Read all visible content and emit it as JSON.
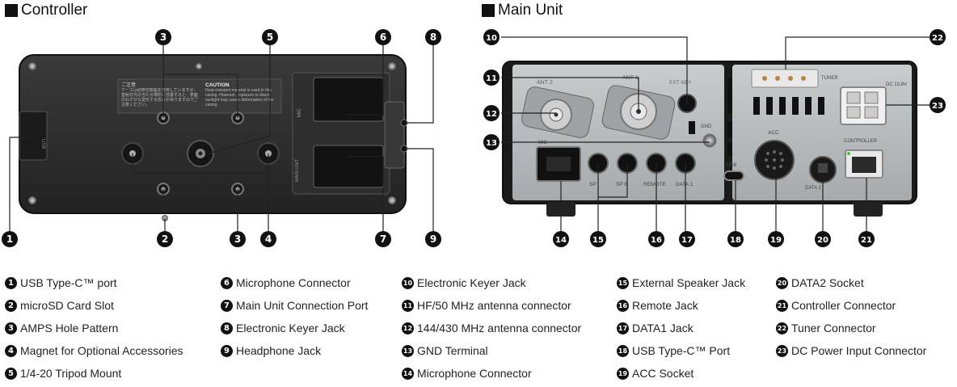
{
  "sections": {
    "controller": "Controller",
    "main_unit": "Main Unit"
  },
  "device_text": {
    "controller_warning_jp": "ご注意",
    "controller_warning_body_jp": "ケースは耐熱性樹脂を使用していますが、直射日光の当たる場所に放置すると、表面のわずかな変形する恐れがありますのでご注意ください。",
    "caution_title": "CAUTION",
    "caution_body": "Heat-resistant material is used in this casing. However, exposure to direct sunlight may cause deformation of the casing.",
    "controller_side_label": "USB",
    "mic_port_label": "MIC",
    "main_port_label": "MAIN UNIT",
    "main_ant1": "ANT 1",
    "main_ant2": "ANT 2",
    "main_keyer": "EXT KEY",
    "main_gnd": "GND",
    "main_mic": "MIC",
    "main_usb": "USB",
    "main_acc": "ACC",
    "main_data2": "DATA 2",
    "main_tuner": "TUNER",
    "main_dc": "DC 13.8V",
    "main_controller": "CONTROLLER",
    "main_sp": "SP",
    "main_spb": "SP B",
    "main_remote": "REMOTE",
    "main_data1": "DATA 1"
  },
  "legend": {
    "columns": [
      [
        {
          "num": "1",
          "text": "USB Type-C™ port"
        },
        {
          "num": "2",
          "text": "microSD Card Slot"
        },
        {
          "num": "3",
          "text": "AMPS Hole Pattern"
        },
        {
          "num": "4",
          "text": "Magnet for Optional Accessories"
        },
        {
          "num": "5",
          "text": "1/4-20 Tripod Mount"
        }
      ],
      [
        {
          "num": "6",
          "text": "Microphone Connector"
        },
        {
          "num": "7",
          "text": "Main Unit Connection Port"
        },
        {
          "num": "8",
          "text": "Electronic Keyer Jack"
        },
        {
          "num": "9",
          "text": "Headphone Jack"
        }
      ],
      [
        {
          "num": "10",
          "text": "Electronic Keyer Jack"
        },
        {
          "num": "11",
          "text": "HF/50 MHz antenna connector"
        },
        {
          "num": "12",
          "text": "144/430 MHz antenna connector"
        },
        {
          "num": "13",
          "text": "GND Terminal"
        },
        {
          "num": "14",
          "text": "Microphone Connector"
        }
      ],
      [
        {
          "num": "15",
          "text": "External Speaker Jack"
        },
        {
          "num": "16",
          "text": "Remote Jack"
        },
        {
          "num": "17",
          "text": "DATA1 Jack"
        },
        {
          "num": "18",
          "text": "USB Type-C™ Port"
        },
        {
          "num": "19",
          "text": "ACC Socket"
        }
      ],
      [
        {
          "num": "20",
          "text": "DATA2 Socket"
        },
        {
          "num": "21",
          "text": "Controller Connector"
        },
        {
          "num": "22",
          "text": "Tuner Connector"
        },
        {
          "num": "23",
          "text": "DC Power Input Connector"
        }
      ]
    ]
  },
  "callouts": [
    "1",
    "2",
    "3",
    "3",
    "4",
    "5",
    "6",
    "7",
    "8",
    "9",
    "10",
    "11",
    "12",
    "13",
    "14",
    "15",
    "16",
    "17",
    "18",
    "19",
    "20",
    "21",
    "22",
    "23"
  ],
  "colors": {
    "badge": "#111111",
    "device_body": "#2b2b2b",
    "panel_metal": "#b9bcbe",
    "leader": "#222222"
  }
}
